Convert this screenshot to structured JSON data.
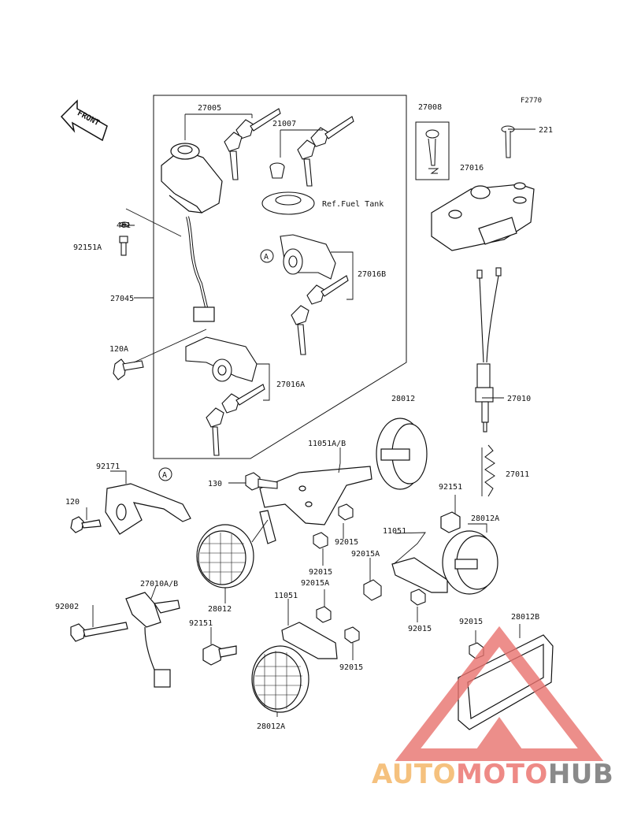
{
  "figure_code": "F2770",
  "front_label": "FRONT",
  "ref_text": "Ref.Fuel Tank",
  "callout_letter": "A",
  "parts": {
    "p27005": "27005",
    "p21007": "21007",
    "p27008": "27008",
    "p27016": "27016",
    "p221": "221",
    "p461": "461",
    "p92151A": "92151A",
    "p27016B": "27016B",
    "p27045": "27045",
    "p120A": "120A",
    "p27016A": "27016A",
    "p27010": "27010",
    "p28012_top": "28012",
    "p11051AB": "11051A/B",
    "p92171": "92171",
    "p130": "130",
    "p27011": "27011",
    "p120": "120",
    "p92151_right": "92151",
    "p28012A_right": "28012A",
    "p92015_a": "92015",
    "p11051_right": "11051",
    "p92015_b": "92015",
    "p92015A_a": "92015A",
    "p27010AB": "27010A/B",
    "p92002": "92002",
    "p28012_left": "28012",
    "p92015A_b": "92015A",
    "p11051_mid": "11051",
    "p92015_c": "92015",
    "p92151_left": "92151",
    "p92015_d": "92015",
    "p28012B": "28012B",
    "p92015_e": "92015",
    "p28012A_bottom": "28012A"
  },
  "watermark": {
    "part1": "AUTO",
    "part2": "MOTO",
    "part3": "HUB",
    "color_auto": "#f5c17e",
    "color_moto": "#ee8a86",
    "color_hub": "#8a8a8a",
    "logo_color": "#e8726e"
  }
}
